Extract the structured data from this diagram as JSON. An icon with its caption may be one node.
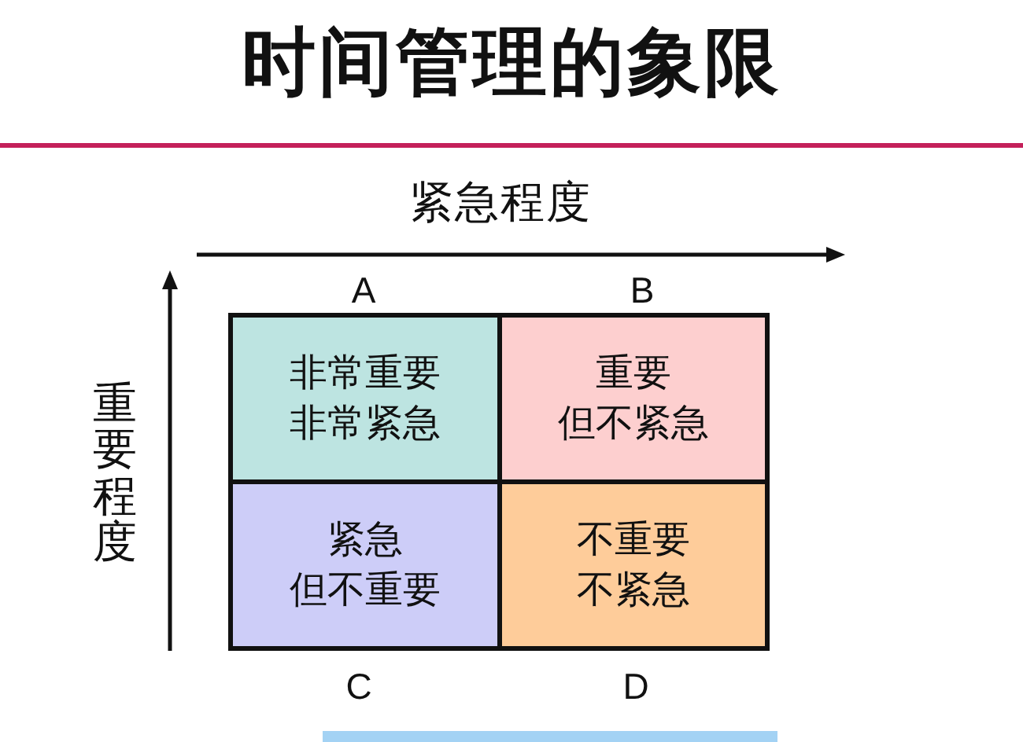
{
  "diagram": {
    "title": "时间管理的象限",
    "nodes": [
      {
        "text": [
          "非常重要非常紧急"
        ],
        "beside": [
          "A"
        ]
      },
      {
        "text": [
          "重要但不紧急"
        ],
        "beside": [
          "B"
        ]
      },
      {
        "text": [
          "紧急但不重要"
        ],
        "beside": [
          "C"
        ]
      },
      {
        "text": [
          "不重要不紧急"
        ],
        "beside": [
          "D"
        ]
      }
    ],
    "labels": [
      "紧急程度",
      "重要程度"
    ]
  }
}
